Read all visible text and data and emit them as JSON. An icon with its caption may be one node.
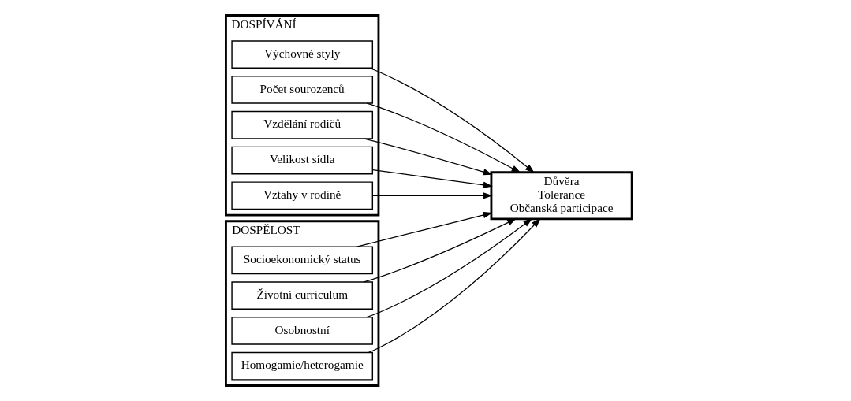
{
  "diagram": {
    "nodes": [
      {
        "text": [
          "DOSPÍVÁNÍ"
        ]
      },
      {
        "text": [
          "Výchovné styly"
        ],
        "in": 0
      },
      {
        "text": [
          "Počet sourozenců"
        ],
        "in": 0
      },
      {
        "text": [
          "Vzdělání rodičů"
        ],
        "in": 0
      },
      {
        "text": [
          "Velikost sídla"
        ],
        "in": 0
      },
      {
        "text": [
          "Vztahy v rodině"
        ],
        "in": 0
      },
      {
        "text": [
          "DOSPĚLOST"
        ]
      },
      {
        "text": [
          "Socioekonomický status"
        ],
        "in": 6
      },
      {
        "text": [
          "Životní curriculum"
        ],
        "in": 6
      },
      {
        "text": [
          "Osobnostní"
        ],
        "in": 6
      },
      {
        "text": [
          "Homogamie/heterogamie"
        ],
        "in": 6
      },
      {
        "text": [
          "Důvěra",
          "Tolerance",
          "Občanská participace"
        ]
      }
    ],
    "edges": [
      {
        "from": 1,
        "to": 11,
        "arrow": "to"
      },
      {
        "from": 2,
        "to": 11,
        "arrow": "to"
      },
      {
        "from": 3,
        "to": 11,
        "arrow": "to"
      },
      {
        "from": 4,
        "to": 11,
        "arrow": "to"
      },
      {
        "from": 5,
        "to": 11,
        "arrow": "to"
      },
      {
        "from": 7,
        "to": 11,
        "arrow": "to"
      },
      {
        "from": 8,
        "to": 11,
        "arrow": "to"
      },
      {
        "from": 9,
        "to": 11,
        "arrow": "to"
      },
      {
        "from": 10,
        "to": 11,
        "arrow": "to"
      }
    ]
  }
}
